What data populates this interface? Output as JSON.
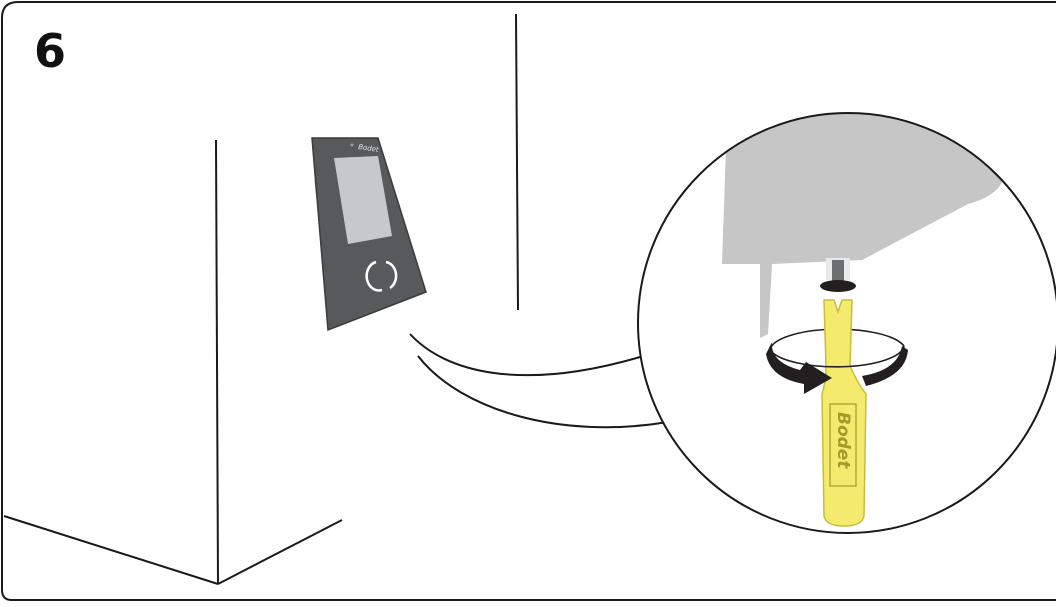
{
  "step": {
    "number": "6"
  },
  "device": {
    "brand_label": "Bodet"
  },
  "tool": {
    "brand_label": "Bodet"
  },
  "colors": {
    "device_body": "#58595b",
    "device_screen": "#c7c8ca",
    "wall_panel": "#c6c6c6",
    "tool_yellow": "#f4eb6e",
    "tool_outline": "#c9be3a",
    "arrow": "#231f20",
    "line": "#1a1a1a"
  },
  "icons": [
    "rotation-arrow-icon",
    "nfc-ring-icon"
  ]
}
